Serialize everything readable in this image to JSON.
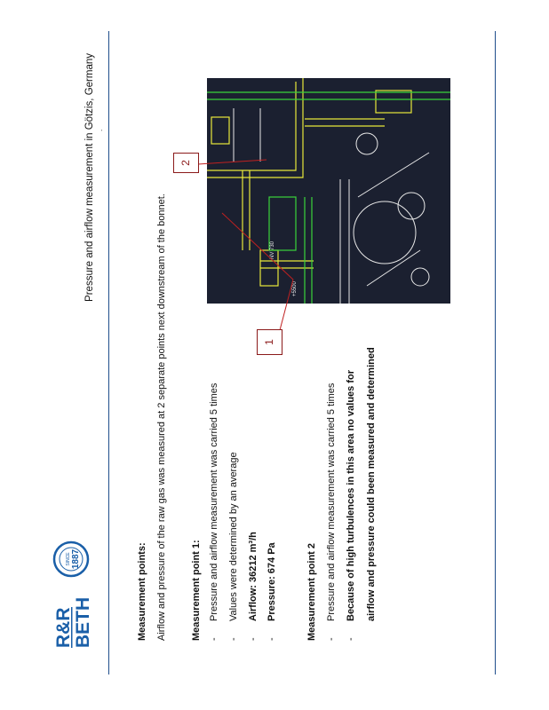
{
  "header": {
    "title": "Pressure and airflow measurement in Götzis, Germany",
    "logo_text": "R&R BETH",
    "logo_seal": "BETH FILTER SINCE 1887",
    "dot": "."
  },
  "content": {
    "heading": "Measurement points:",
    "intro": "Airflow and pressure of the raw gas was measured at 2 separate points next downstream of the bonnet.",
    "point1": {
      "heading": "Measurement point 1:",
      "items": [
        "Pressure and airflow measurement was carried 5 times",
        "Values were determined by an average",
        "Airflow: 36212 m³/h",
        "Pressure: 674 Pa"
      ]
    },
    "point2": {
      "heading": "Measurement point 2",
      "items": [
        "Pressure and airflow measurement was carried 5 times",
        "Because of high turbulences in this area no values for",
        "airflow and pressure could been measured and determined"
      ]
    },
    "bullet": "-"
  },
  "figure": {
    "label1": "1",
    "label2": "2",
    "cad_text": [
      "NV 730",
      "+5500"
    ],
    "colors": {
      "bg": "#1b2030",
      "yellow": "#e8e83a",
      "green": "#3ad43a",
      "white": "#e8e8e8",
      "red": "#c02020"
    }
  }
}
